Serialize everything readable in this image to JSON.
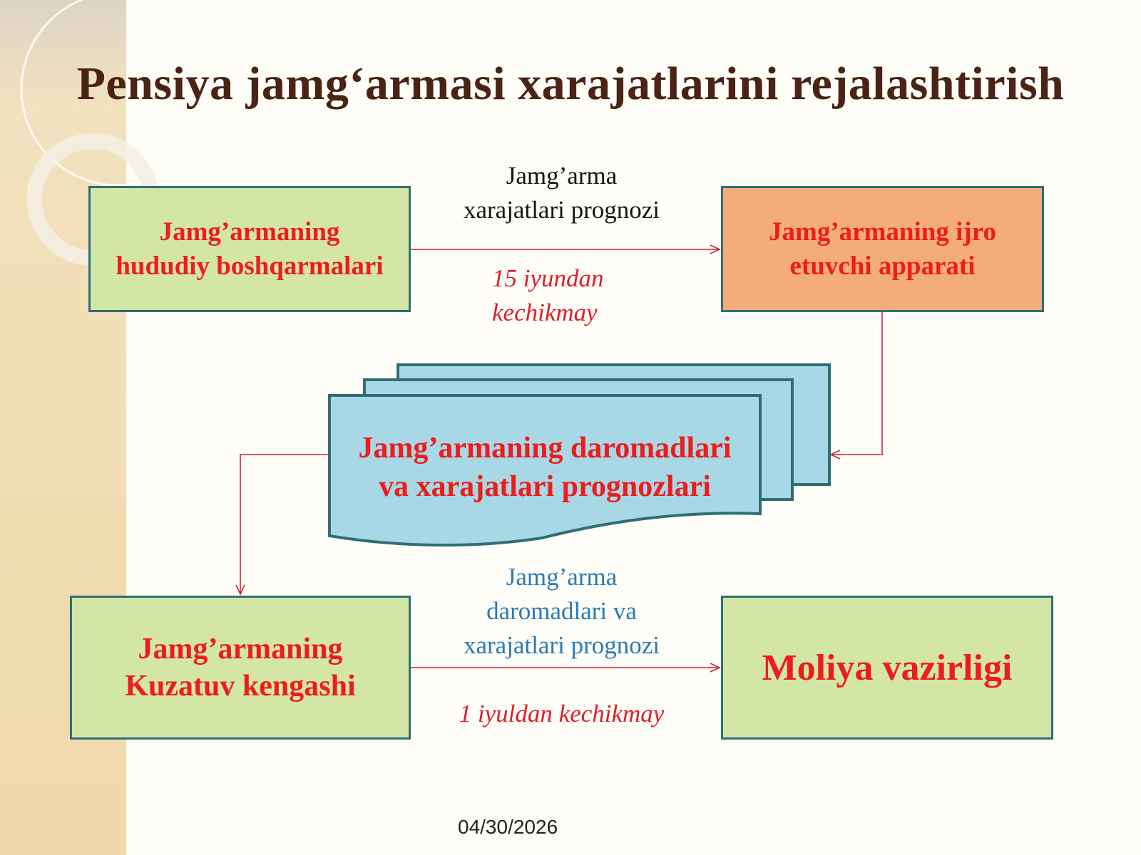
{
  "title": "Pensiya jamg‘armasi xarajatlarini rejalashtirish",
  "boxes": {
    "regional": [
      "Jamg’armaning",
      "hududiy boshqarmalari"
    ],
    "executive": [
      "Jamg’armaning ijro",
      "etuvchi apparati"
    ],
    "council": [
      "Jamg’armaning",
      "Kuzatuv kengashi"
    ],
    "ministry": "Moliya vazirligi"
  },
  "document": [
    "Jamg’armaning daromadlari",
    "va xarajatlari prognozlari"
  ],
  "top_arrow": {
    "label": [
      "Jamg’arma",
      "xarajatlari prognozi"
    ],
    "deadline": [
      "15 iyundan",
      "kechikmay"
    ]
  },
  "bottom_arrow": {
    "label": [
      "Jamg’arma",
      "daromadlari va",
      "xarajatlari prognozi"
    ],
    "deadline": "1 iyuldan kechikmay"
  },
  "footer": {
    "date": "04/30/2026"
  },
  "colors": {
    "title": "#4a2314",
    "box_text": "#ee1c1c",
    "box_green": "#d4e6a6",
    "box_orange": "#f5ac7b",
    "document_fill": "#a8d8e6",
    "border": "#2f6f73",
    "arrow": "#d6213a",
    "label_blue": "#2a7ab6"
  }
}
